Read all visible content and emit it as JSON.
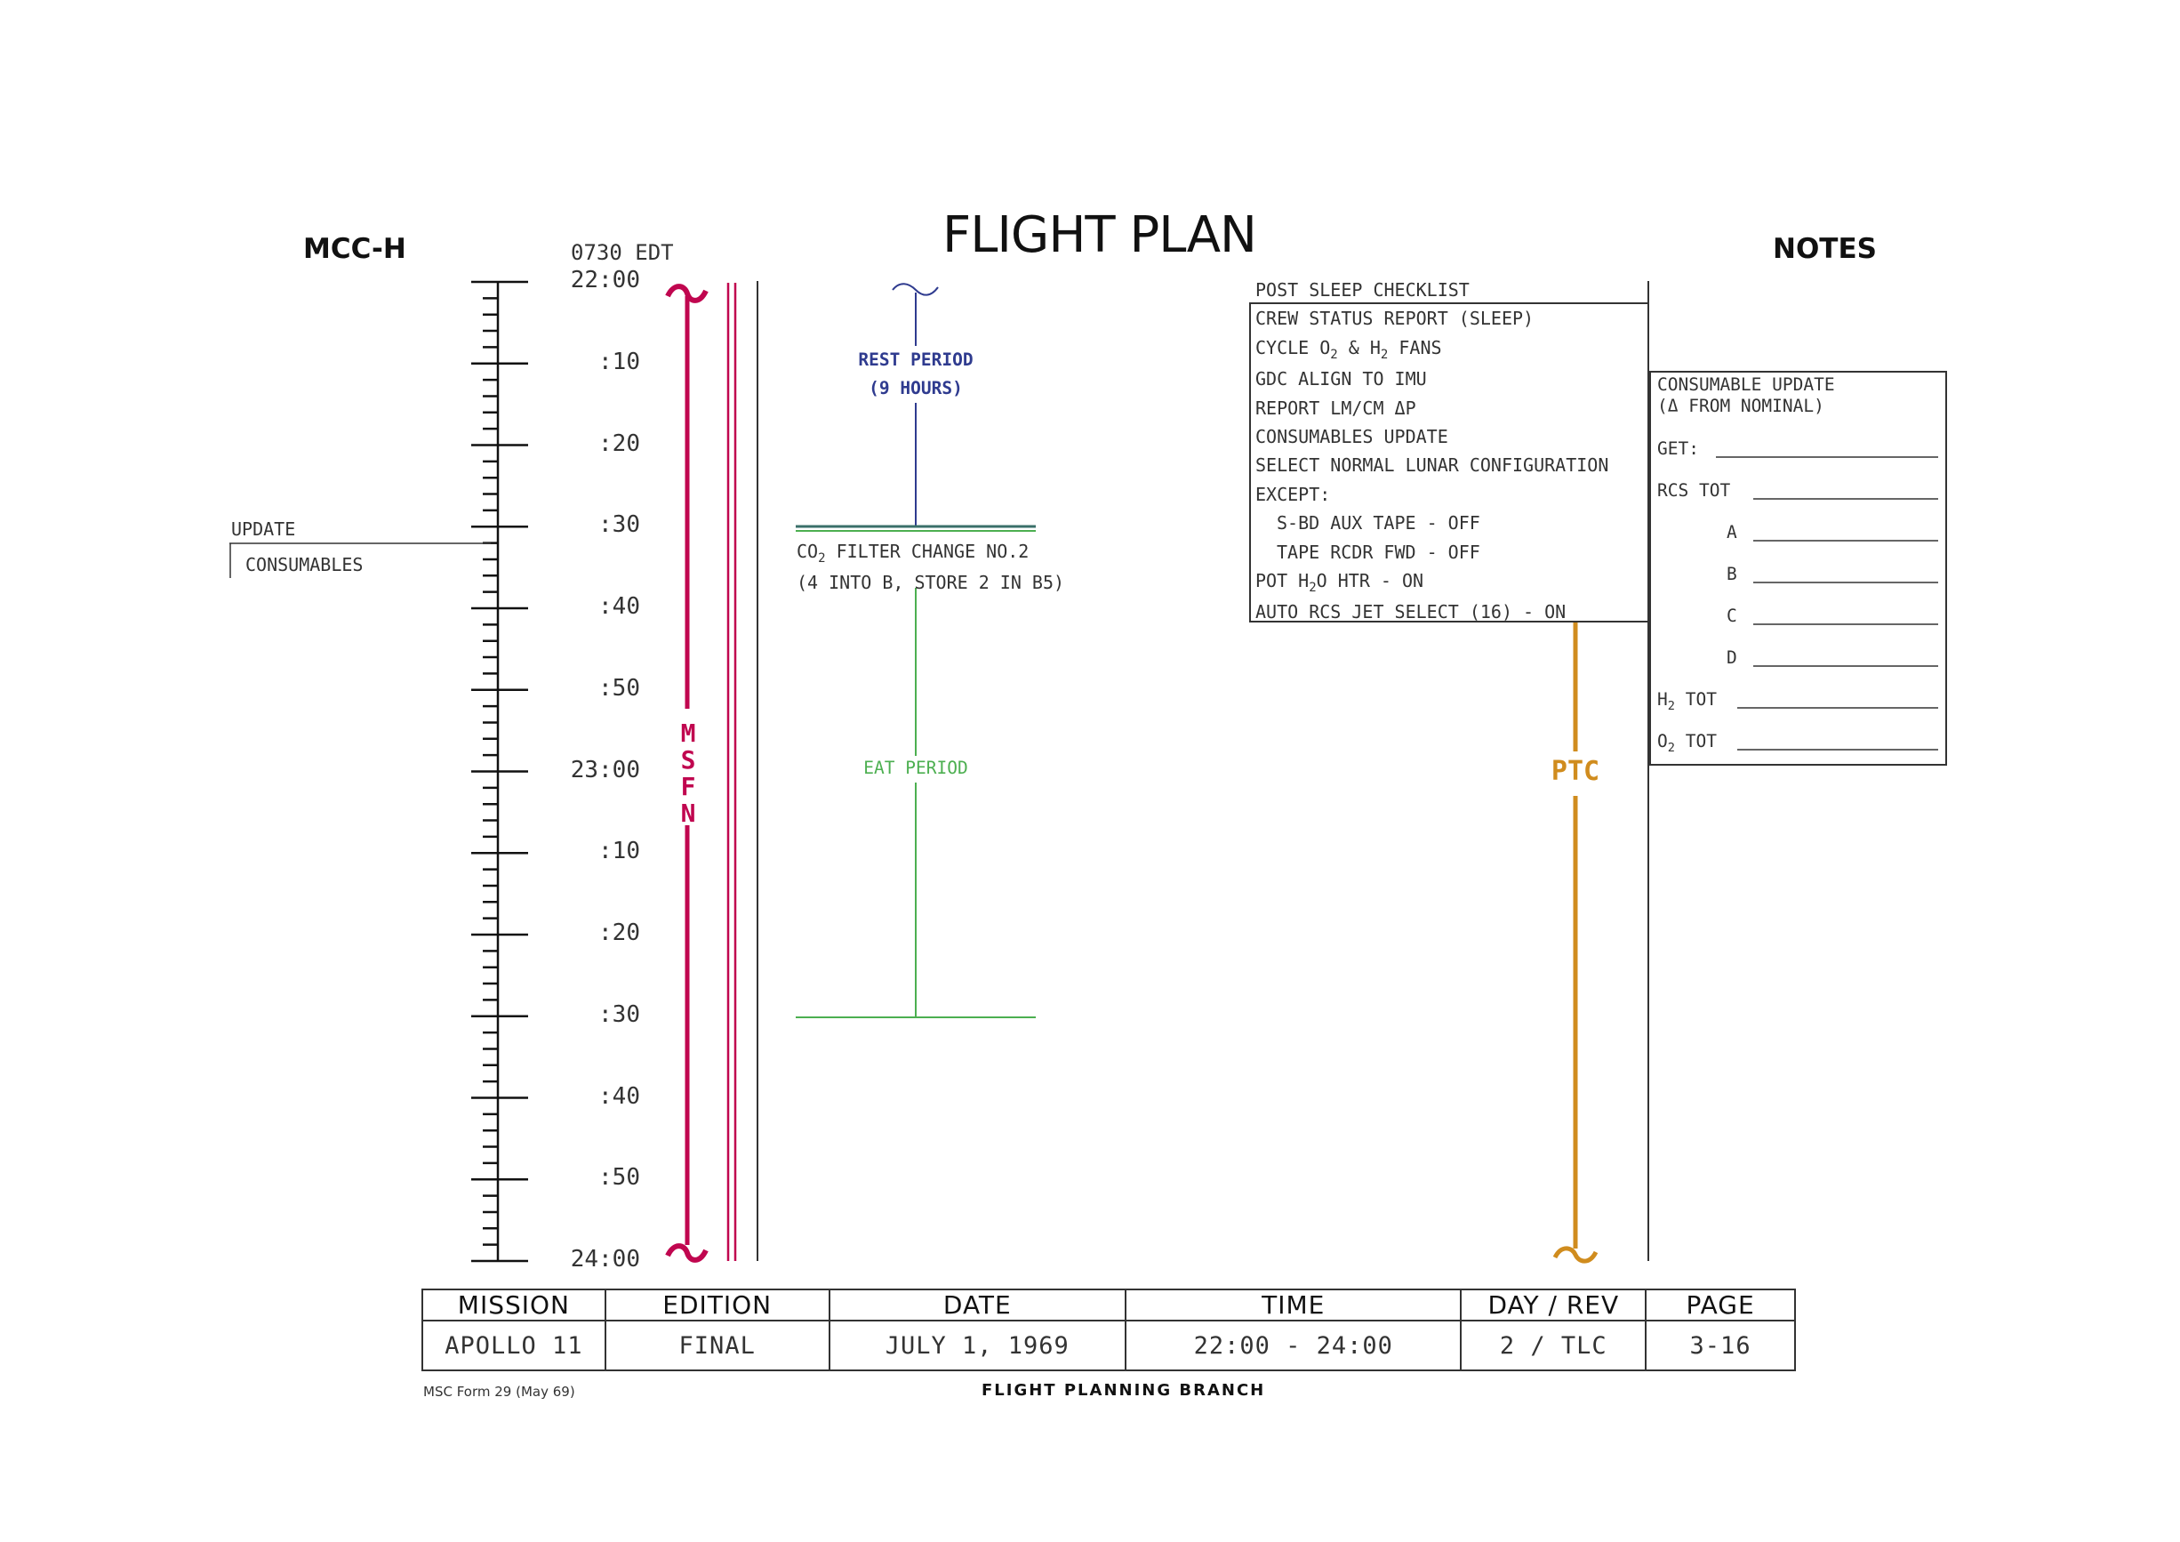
{
  "header": {
    "title": "FLIGHT PLAN",
    "left_column": "MCC-H",
    "right_column": "NOTES",
    "local_time": "0730 EDT"
  },
  "timeline": {
    "ticks": [
      "22:00",
      ":10",
      ":20",
      ":30",
      ":40",
      ":50",
      "23:00",
      ":10",
      ":20",
      ":30",
      ":40",
      ":50",
      "24:00"
    ]
  },
  "mcc": {
    "update_label": "UPDATE",
    "consumables_label": "CONSUMABLES"
  },
  "comm": {
    "station_letters": [
      "M",
      "S",
      "F",
      "N"
    ],
    "color": "#c0064f"
  },
  "crew": {
    "rest_period": "REST PERIOD",
    "rest_hours": "(9 HOURS)",
    "co2_filter_prefix": "CO",
    "co2_filter_sub": "2",
    "co2_filter_rest": " FILTER CHANGE NO.2",
    "co2_filter_detail": "(4 INTO B, STORE 2 IN B5)",
    "eat_period": "EAT PERIOD",
    "rest_color": "#2f3b8f",
    "eat_color": "#4caf50"
  },
  "spacecraft": {
    "post_sleep_checklist": "POST SLEEP CHECKLIST",
    "crew_status_report": "CREW STATUS REPORT (SLEEP)",
    "cycle_fans": {
      "a": "CYCLE O",
      "b": "2",
      "c": " & H",
      "d": "2",
      "e": " FANS"
    },
    "gdc_align": "GDC ALIGN TO IMU",
    "report_dp": "REPORT LM/CM ΔP",
    "consumables_update": "CONSUMABLES UPDATE",
    "select_config": "SELECT NORMAL LUNAR CONFIGURATION",
    "except": "EXCEPT:",
    "sbd_aux": "S-BD AUX TAPE - OFF",
    "tape_rcdr": "TAPE RCDR FWD - OFF",
    "pot_h2o": {
      "a": "POT H",
      "b": "2",
      "c": "O HTR - ON"
    },
    "auto_rcs": "AUTO RCS JET SELECT (16) - ON",
    "ptc_label": "PTC",
    "ptc_color": "#d08c1e"
  },
  "notes": {
    "title": "CONSUMABLE UPDATE",
    "subtitle": "(Δ FROM NOMINAL)",
    "get_label": "GET:",
    "rcs_tot_label": "RCS TOT",
    "quad_labels": [
      "A",
      "B",
      "C",
      "D"
    ],
    "h2_tot": {
      "a": "H",
      "b": "2",
      "c": " TOT"
    },
    "o2_tot": {
      "a": "O",
      "b": "2",
      "c": " TOT"
    }
  },
  "footer": {
    "headers": [
      "MISSION",
      "EDITION",
      "DATE",
      "TIME",
      "DAY / REV",
      "PAGE"
    ],
    "values": [
      "APOLLO 11",
      "FINAL",
      "JULY 1, 1969",
      "22:00 - 24:00",
      "2 / TLC",
      "3-16"
    ],
    "form": "MSC Form 29 (May 69)",
    "branch": "FLIGHT PLANNING BRANCH"
  }
}
